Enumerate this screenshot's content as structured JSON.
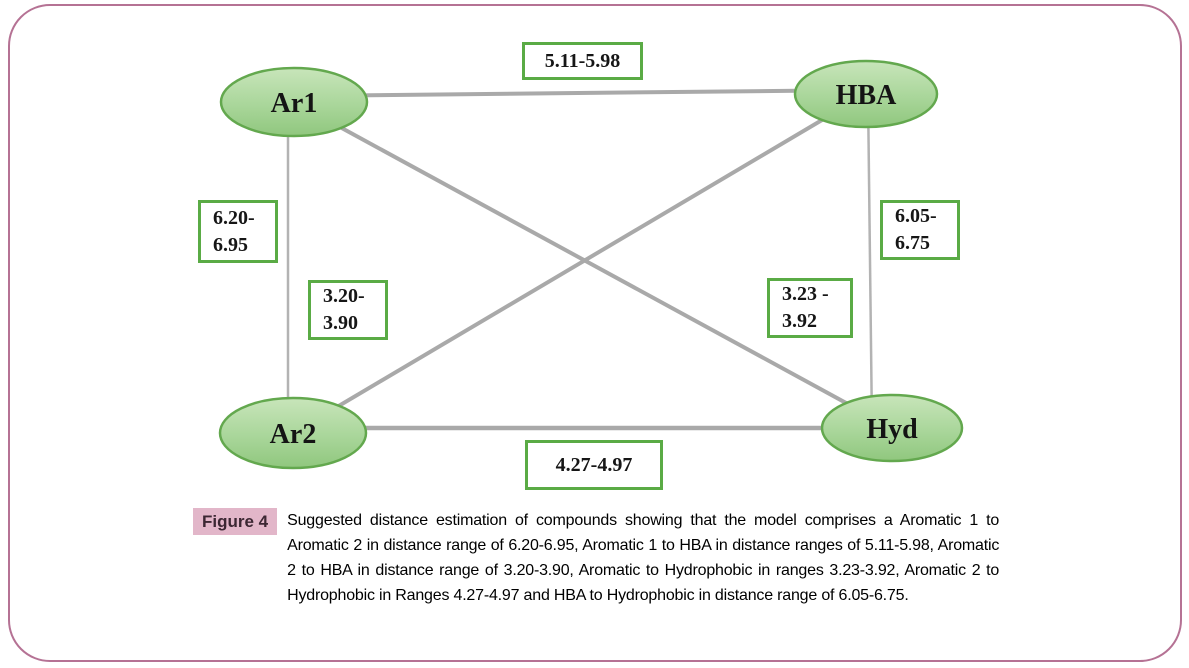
{
  "figure": {
    "accent_green": "#5aab45",
    "node_fill_top": "#c8e5ba",
    "node_fill_bottom": "#90c77e",
    "node_border": "#63a84e",
    "line_gray": "#a9a9a9",
    "frame_pink": "#b57294",
    "badge_pink": "#e2b6c9"
  },
  "diagram": {
    "nodes": [
      {
        "id": "ar1",
        "label": "Ar1"
      },
      {
        "id": "hba",
        "label": "HBA"
      },
      {
        "id": "ar2",
        "label": "Ar2"
      },
      {
        "id": "hyd",
        "label": "Hyd"
      }
    ],
    "edges": [
      {
        "from": "Ar1",
        "to": "HBA",
        "range": "5.11-5.98"
      },
      {
        "from": "Ar1",
        "to": "Ar2",
        "range": "6.20-6.95"
      },
      {
        "from": "Ar2",
        "to": "HBA",
        "range": "3.20-3.90"
      },
      {
        "from": "Ar1",
        "to": "Hyd",
        "range": "3.23-3.92"
      },
      {
        "from": "Ar2",
        "to": "Hyd",
        "range": "4.27-4.97"
      },
      {
        "from": "HBA",
        "to": "Hyd",
        "range": "6.05-6.75"
      }
    ],
    "boxes": {
      "ar1_hba": "5.11-5.98",
      "ar1_ar2": "6.20-\n6.95",
      "ar2_hba": "3.20-\n3.90",
      "ar1_hyd": "3.23 -\n3.92",
      "hba_hyd": "6.05-\n6.75",
      "ar2_hyd": "4.27-4.97"
    }
  },
  "caption": {
    "figure_label": "Figure 4",
    "text": "Suggested distance estimation of compounds showing that the model comprises a Aromatic 1 to Aromatic 2 in distance range of 6.20-6.95, Aromatic 1 to HBA in distance ranges of 5.11-5.98, Aromatic 2 to HBA in distance range of 3.20-3.90, Aromatic to Hydrophobic in ranges 3.23-3.92, Aromatic 2 to Hydrophobic in Ranges 4.27-4.97 and HBA to Hydrophobic in distance range of 6.05-6.75."
  }
}
